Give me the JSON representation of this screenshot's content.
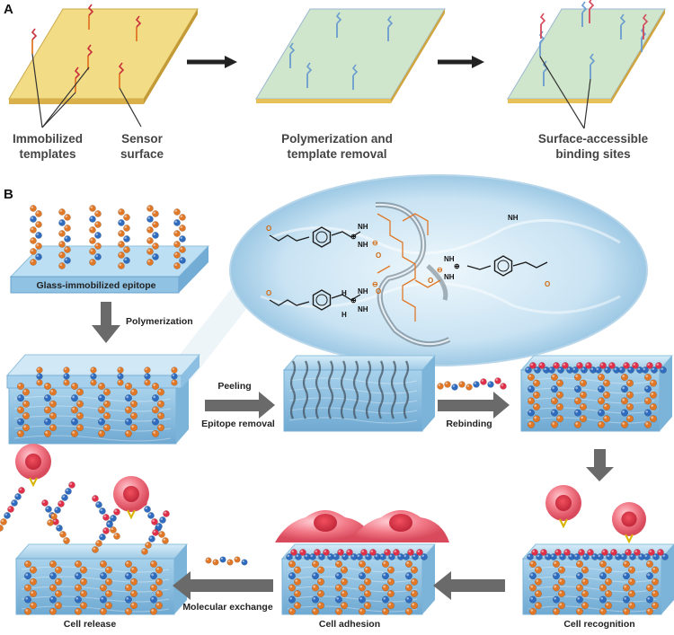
{
  "panel_a": {
    "label": "A",
    "immobilized_templates": "Immobilized\ntemplates",
    "sensor_surface": "Sensor\nsurface",
    "polymerization_removal": "Polymerization and\ntemplate removal",
    "binding_sites": "Surface-accessible\nbinding sites"
  },
  "panel_b": {
    "label": "B",
    "glass_epitope": "Glass-immobilized epitope",
    "polymerization": "Polymerization",
    "peeling": "Peeling",
    "epitope_removal": "Epitope removal",
    "rebinding": "Rebinding",
    "cell_recognition": "Cell recognition",
    "cell_adhesion": "Cell adhesion",
    "molecular_exchange": "Molecular exchange",
    "cell_release": "Cell release"
  },
  "chem_labels": {
    "nh": "NH",
    "plus": "⊕",
    "minus": "⊖",
    "o": "O",
    "h": "H"
  },
  "colors": {
    "sensor_yellow": "#f3dc86",
    "sensor_green": "#cfe6cc",
    "hydrogel_blue": "#a9d3ec",
    "bead_orange": "#e07828",
    "bead_blue": "#2f6cc0",
    "bead_red": "#e0304a",
    "cell_pink": "#f06a78",
    "arrow_gray": "#555555"
  }
}
